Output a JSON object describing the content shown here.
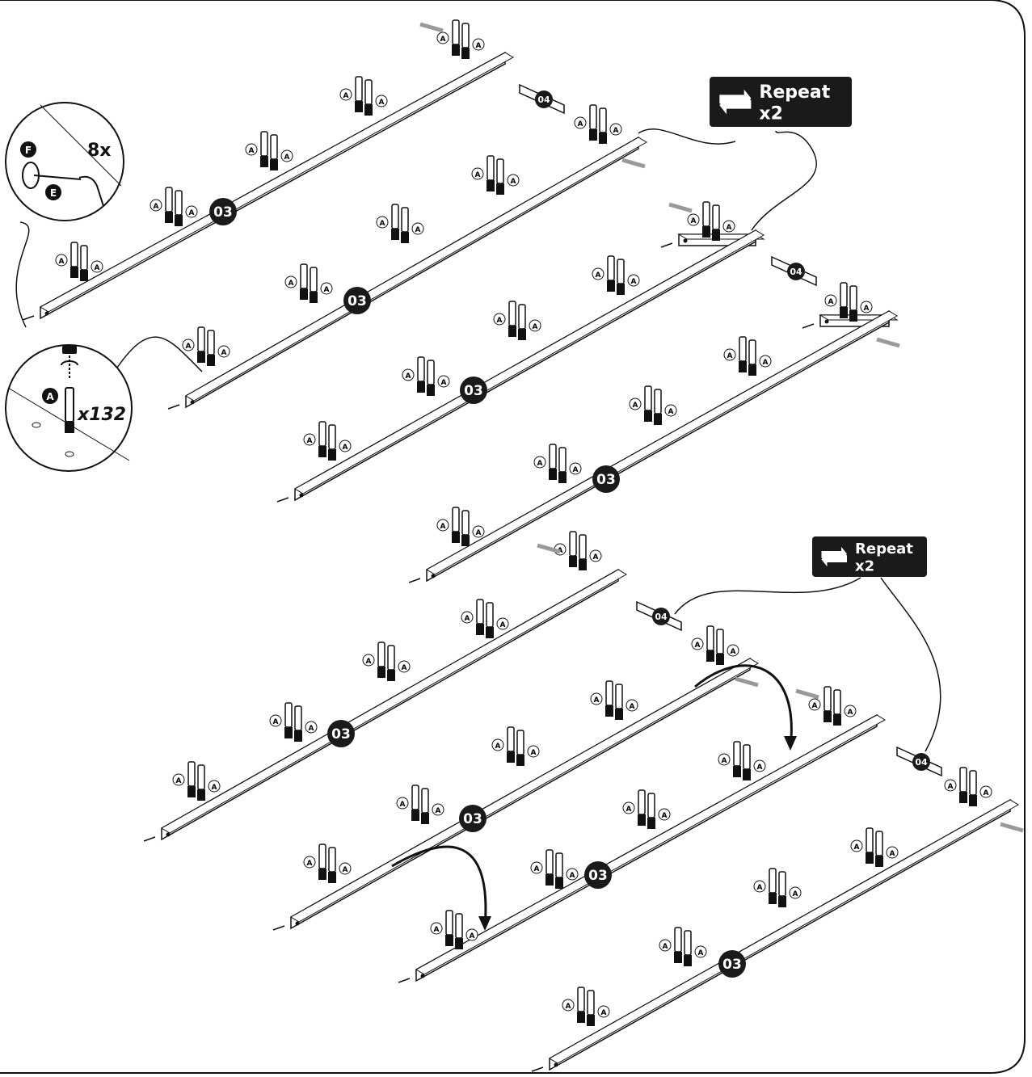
{
  "step_callouts": {
    "detail_fastener_count": "8x",
    "detail_peg_count": "x132"
  },
  "part_labels": {
    "peg": "A",
    "tool": "E",
    "fastener": "F",
    "rail": "03",
    "connector": "04"
  },
  "repeat_badges": [
    {
      "line1": "Repeat",
      "line2": "x2",
      "icon": "repeat-arrows-icon"
    },
    {
      "line1": "Repeat",
      "line2": "x2",
      "icon": "repeat-arrows-icon"
    }
  ],
  "colors": {
    "ink": "#111111",
    "badge_bg": "#1a1a1a",
    "badge_text": "#ffffff",
    "hint_arrow": "#9a9a9a"
  }
}
